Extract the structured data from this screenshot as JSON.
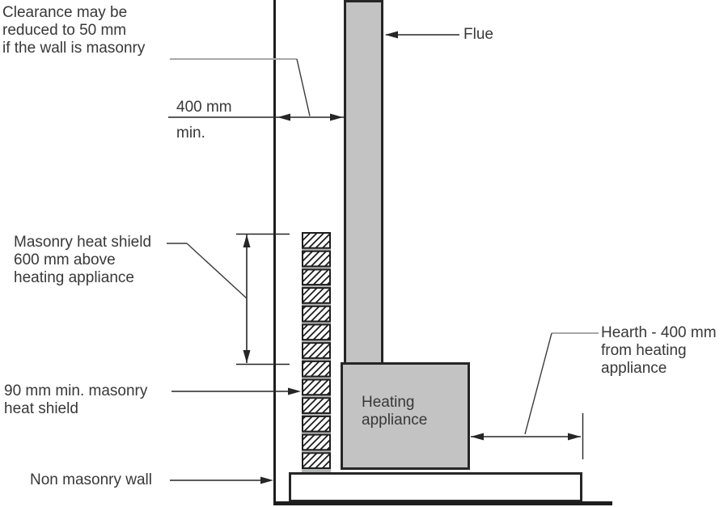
{
  "diagram": {
    "subject": "Heating appliance clearance diagram"
  },
  "labels": {
    "clearance_note": {
      "lines": [
        "Clearance may be",
        "reduced to 50 mm",
        "if the wall is masonry"
      ]
    },
    "dim_400": {
      "value": "400 mm",
      "qualifier": "min."
    },
    "flue": {
      "label": "Flue"
    },
    "masonry_shield": {
      "lines": [
        "Masonry heat shield",
        "600 mm above",
        "heating appliance"
      ]
    },
    "shield_90": {
      "lines": [
        "90 mm min. masonry",
        "heat shield"
      ]
    },
    "non_masonry_wall": {
      "label": "Non masonry wall"
    },
    "heating_appliance": {
      "lines": [
        "Heating",
        "appliance"
      ]
    },
    "hearth": {
      "lines": [
        "Hearth - 400 mm",
        "from heating",
        "appliance"
      ]
    }
  },
  "colors": {
    "fill_gray": "#c2c3c2",
    "joint_gray": "#b4b6b5",
    "line_black": "#262626",
    "leader_gray": "#a8a8a8",
    "text": "#383838"
  }
}
